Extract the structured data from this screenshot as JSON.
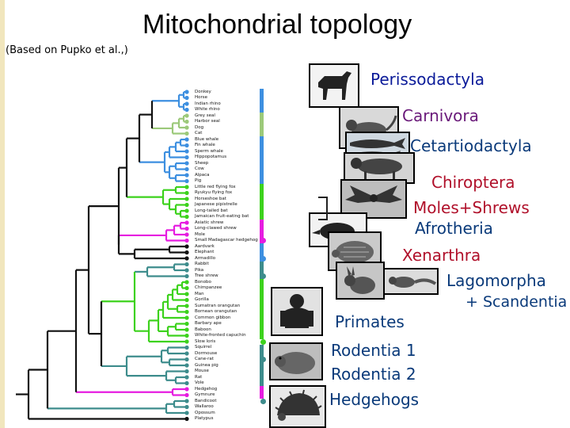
{
  "title": "Mitochondrial topology",
  "subtitle": "(Based on Pupko et al.,)",
  "colors": {
    "blue": "#3d8fe0",
    "green": "#3cd21c",
    "olive": "#9cc97a",
    "teal": "#3d8c8c",
    "magenta": "#e61ce0",
    "black": "#111111",
    "label_blue": "#0a1a99",
    "label_purple": "#6a1a7a",
    "label_darkblue": "#0a3a7a",
    "label_red": "#b0102a",
    "label_olive": "#666600"
  },
  "taxa": [
    "Donkey",
    "Horse",
    "Indian rhino",
    "White rhino",
    "Grey seal",
    "Harbor seal",
    "Dog",
    "Cat",
    "Blue whale",
    "Fin whale",
    "Sperm whale",
    "Hippopotamus",
    "Sheep",
    "Cow",
    "Alpaca",
    "Pig",
    "Little red flying fox",
    "Ryukyu flying fox",
    "Horseshoe bat",
    "Japanese pipistrelle",
    "Long-tailed bat",
    "Jamaican fruit-eating bat",
    "Asiatic shrew",
    "Long-clawed shrew",
    "Mole",
    "Small Madagascar hedgehog",
    "Aardvark",
    "Elephant",
    "Armadillo",
    "Rabbit",
    "Pika",
    "Tree shrew",
    "Bonobo",
    "Chimpanzee",
    "Man",
    "Gorilla",
    "Sumatran orangutan",
    "Bornean orangutan",
    "Common gibbon",
    "Barbary ape",
    "Baboon",
    "White-fronted capuchin",
    "Slow loris",
    "Squirrel",
    "Dormouse",
    "Cane-rat",
    "Guinea pig",
    "Mouse",
    "Rat",
    "Vole",
    "Hedgehog",
    "Gymnure",
    "Bandicoot",
    "Wallaroo",
    "Opossum",
    "Platypus"
  ],
  "groups": [
    {
      "label": "Perissodactyla",
      "color_key": "blue",
      "text_color": "#0a1a99",
      "picture": "horse-silhouette"
    },
    {
      "label": "Carnivora",
      "color_key": "olive",
      "text_color": "#6a1a7a",
      "picture": "cat-silhouette"
    },
    {
      "label": "Cetartiodactyla",
      "color_key": "blue",
      "text_color": "#0a3a7a",
      "picture": "whale-and-bovine"
    },
    {
      "label": "Chiroptera",
      "color_key": "green",
      "text_color": "#b0102a",
      "picture": "bat-silhouette"
    },
    {
      "label": "Moles+Shrews",
      "color_key": "magenta",
      "text_color": "#b0102a",
      "picture": "shrew-silhouette"
    },
    {
      "label": "Afrotheria",
      "color_key": "blue",
      "text_color": "#0a3a7a",
      "picture": "armadillo-silhouette"
    },
    {
      "label": "Xenarthra",
      "color_key": "blue",
      "text_color": "#b0102a",
      "picture": "rabbit-silhouette"
    },
    {
      "label": "Lagomorpha",
      "color_key": "teal",
      "text_color": "#0a3a7a",
      "picture": "treeshrew-silhouette"
    },
    {
      "label": "+ Scandentia",
      "color_key": "teal",
      "text_color": "#0a3a7a",
      "picture": "none"
    },
    {
      "label": "Primates",
      "color_key": "green",
      "text_color": "#0a3a7a",
      "picture": "ape-silhouette"
    },
    {
      "label": "Rodentia 1",
      "color_key": "teal",
      "text_color": "#0a3a7a",
      "picture": "rodent-silhouette"
    },
    {
      "label": "Rodentia 2",
      "color_key": "teal",
      "text_color": "#0a3a7a",
      "picture": "none"
    },
    {
      "label": "Hedgehogs",
      "color_key": "magenta",
      "text_color": "#0a3a7a",
      "picture": "hedgehog-silhouette"
    }
  ]
}
